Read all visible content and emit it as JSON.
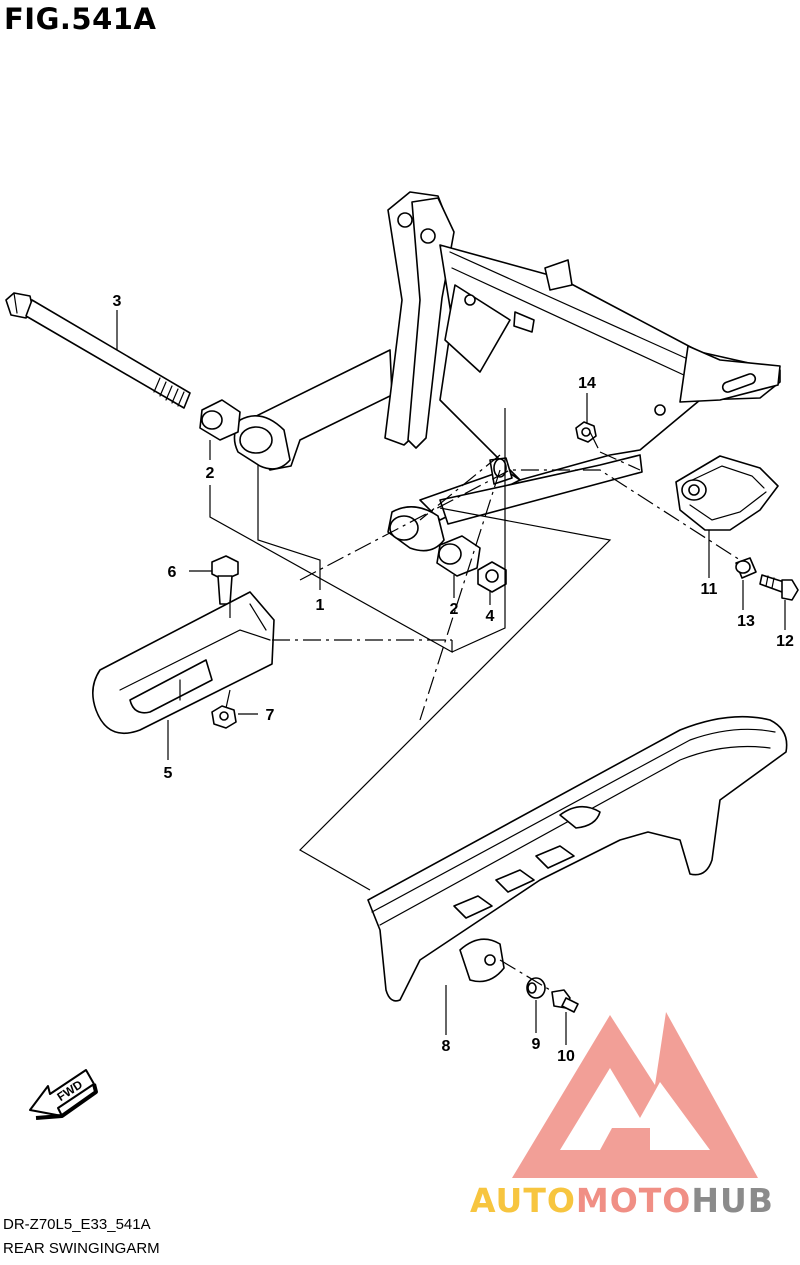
{
  "header": {
    "figure_title": "FIG.541A"
  },
  "callouts": [
    "1",
    "2",
    "2",
    "3",
    "4",
    "5",
    "6",
    "7",
    "8",
    "9",
    "10",
    "11",
    "12",
    "13",
    "14"
  ],
  "fwd_label": "FWD",
  "footer": {
    "code": "DR-Z70L5_E33_541A",
    "name": "REAR SWINGINGARM"
  },
  "watermark": {
    "part1": "AUTO",
    "part2": "MOTO",
    "part3": "HUB",
    "colors": [
      "#f7c53f",
      "#f08f85",
      "#8b8b8b"
    ]
  }
}
